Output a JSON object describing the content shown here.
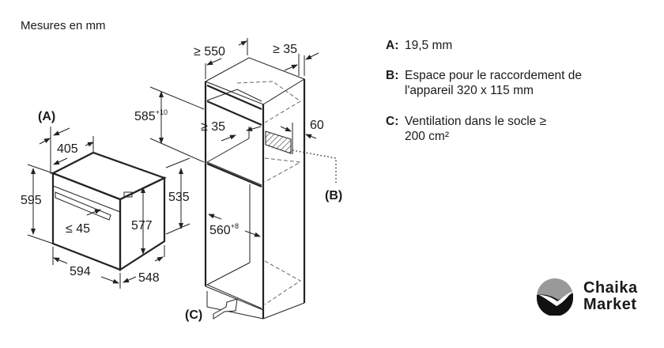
{
  "title": "Mesures en mm",
  "labels": {
    "A": "(A)",
    "B": "(B)",
    "C": "(C)",
    "d405": "405",
    "d595": "595",
    "d577": "577",
    "d535": "535",
    "d594": "594",
    "d548": "548",
    "d45": "≤ 45",
    "d550": "≥ 550",
    "d35top": "≥ 35",
    "d35mid": "≥ 35",
    "d585": "585",
    "d585_sup": "+10",
    "d60": "60",
    "d560": "560",
    "d560_sup": "+8"
  },
  "legend": [
    {
      "key": "A:",
      "text": "19,5 mm"
    },
    {
      "key": "B:",
      "text": "Espace pour le raccordement de l'appareil 320 x 115 mm"
    },
    {
      "key": "C:",
      "text": "Ventilation dans le socle ≥ 200 cm²"
    }
  ],
  "logo": {
    "line1": "Chaika",
    "line2": "Market"
  }
}
